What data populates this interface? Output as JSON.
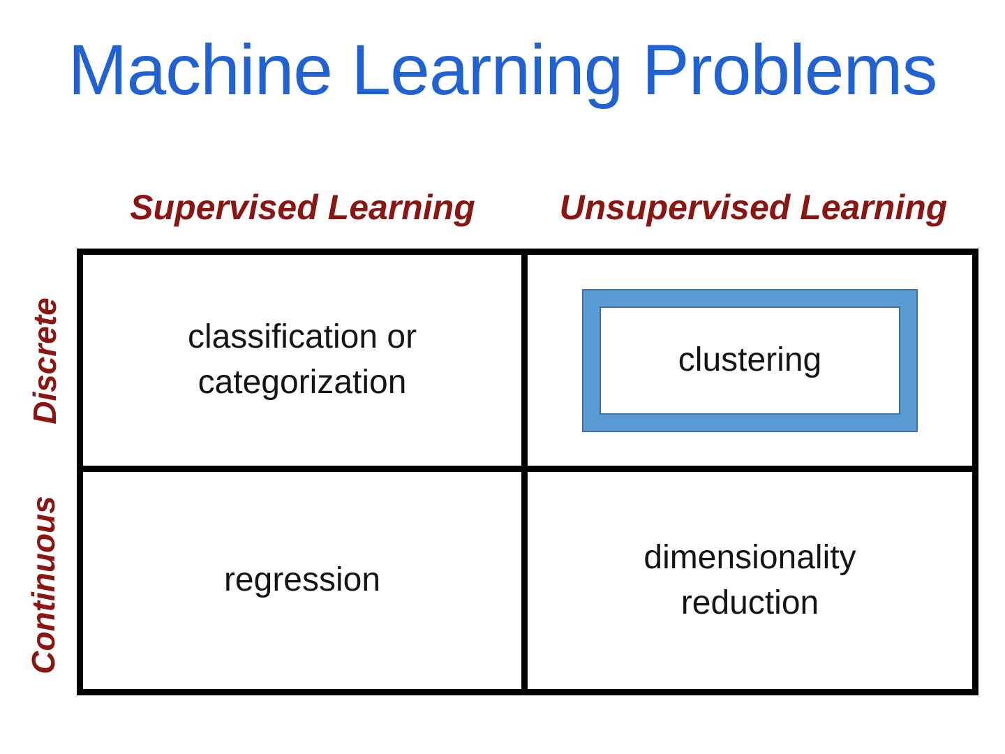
{
  "slide": {
    "title": "Machine Learning Problems",
    "column_headers": [
      {
        "id": "supervised",
        "label": "Supervised Learning"
      },
      {
        "id": "unsupervised",
        "label": "Unsupervised Learning"
      }
    ],
    "row_headers": [
      {
        "id": "discrete",
        "label": "Discrete"
      },
      {
        "id": "continuous",
        "label": "Continuous"
      }
    ],
    "cells": {
      "top_left": "classification or\ncategorization",
      "top_right": "clustering",
      "bottom_left": "regression",
      "bottom_right": "dimensionality\nreduction"
    },
    "colors": {
      "title_blue": "#2061d4",
      "header_maroon": "#8b1511",
      "grid_line": "#000000",
      "cell_text": "#141414",
      "highlight_fill": "#5b9bd5",
      "highlight_border": "#41719c"
    }
  }
}
